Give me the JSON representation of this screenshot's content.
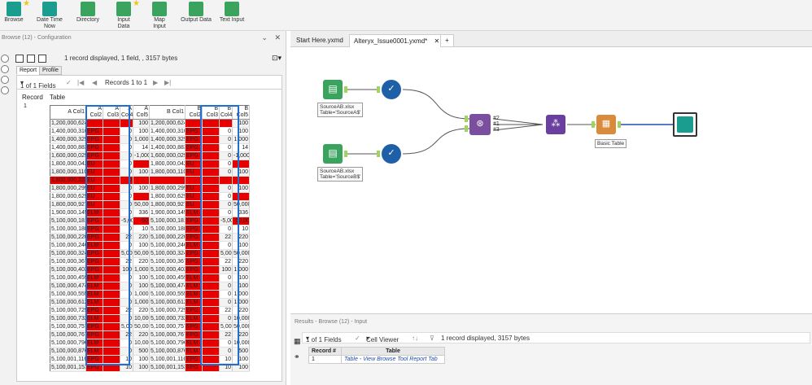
{
  "toolbar": {
    "tools": [
      {
        "label": "Browse",
        "star": true,
        "color": "#1a9d8f"
      },
      {
        "label": "Date Time Now",
        "star": false,
        "color": "#1a9d8f"
      },
      {
        "label": "Directory",
        "star": false,
        "color": "#3aa35d"
      },
      {
        "label": "Input Data",
        "star": true,
        "color": "#3aa35d"
      },
      {
        "label": "Map Input",
        "star": false,
        "color": "#3aa35d"
      },
      {
        "label": "Output Data",
        "star": false,
        "color": "#3aa35d"
      },
      {
        "label": "Text Input",
        "star": false,
        "color": "#3aa35d"
      }
    ]
  },
  "config": {
    "title": "Browse (12) - Configuration",
    "record_display": "1 record displayed, 1 field, , 3157 bytes",
    "tabs": [
      "Report",
      "Profile"
    ],
    "fields_label": "1 of 1 Fields",
    "records_label": "Records 1 to 1",
    "record_header": "Record",
    "table_header": "Table",
    "record_number": "1",
    "grid": {
      "headers": [
        "A Col1",
        "A Col2",
        "A Col3",
        "A Col4",
        "A Col5",
        "B Col1",
        "B Col2",
        "B Col3",
        "B Col4",
        "B Col5"
      ],
      "rows": [
        [
          "1,200,000,624",
          "",
          "",
          "",
          "100",
          "1,200,000,624",
          "",
          "",
          "",
          "100"
        ],
        [
          "1,400,000,310",
          "EPG",
          "",
          "0",
          "100",
          "1,400,000,310",
          "EPG",
          "",
          "0",
          "100"
        ],
        [
          "1,400,000,329",
          "EPG",
          "",
          "0",
          "1,000",
          "1,400,000,329",
          "EPG",
          "",
          "0",
          "1,000"
        ],
        [
          "1,400,000,883",
          "EPG",
          "",
          "0",
          "14",
          "1,400,000,883",
          "EPG",
          "",
          "0",
          "14"
        ],
        [
          "1,600,000,029",
          "EPG",
          "",
          "0",
          "-1,000",
          "1,600,000,029",
          "EPG",
          "",
          "0",
          "-1,000"
        ],
        [
          "1,800,000,042",
          "EU",
          "",
          "0",
          "",
          "1,800,000,042",
          "EU",
          "",
          "0",
          ""
        ],
        [
          "1,800,000,110",
          "EU",
          "",
          "0",
          "100",
          "1,800,000,110",
          "EU",
          "",
          "0",
          "100"
        ],
        [
          "1,800,000,223",
          "EU",
          "",
          "0",
          "",
          "",
          "",
          "",
          "",
          ""
        ],
        [
          "1,800,000,299",
          "EU",
          "",
          "0",
          "100",
          "1,800,000,299",
          "EU",
          "",
          "0",
          "100"
        ],
        [
          "1,800,000,629",
          "EU",
          "",
          "0",
          "",
          "1,800,000,629",
          "EU",
          "",
          "0",
          ""
        ],
        [
          "1,800,000,927",
          "EU",
          "",
          "0",
          "50,000",
          "1,800,000,927",
          "EU",
          "",
          "0",
          "50,000"
        ],
        [
          "1,900,000,145",
          "ELM",
          "",
          "0",
          "336",
          "1,900,000,145",
          "ELM",
          "",
          "0",
          "336"
        ],
        [
          "5,100,000,181",
          "EPG",
          "",
          "-5,000",
          "-50",
          "5,100,000,181",
          "EPG",
          "",
          "-5,000",
          "-50,000"
        ],
        [
          "5,100,000,188",
          "EPG",
          "",
          "0",
          "10",
          "5,100,000,188",
          "EPG",
          "",
          "0",
          "10"
        ],
        [
          "5,100,000,220",
          "EPG",
          "",
          "22",
          "220",
          "5,100,000,220",
          "EPG",
          "",
          "22",
          "220"
        ],
        [
          "5,100,000,246",
          "ELM",
          "",
          "0",
          "100",
          "5,100,000,246",
          "ELM",
          "",
          "0",
          "100"
        ],
        [
          "5,100,000,324",
          "EPG",
          "",
          "5,000",
          "50,000",
          "5,100,000,324",
          "EPG",
          "",
          "5,000",
          "50,000"
        ],
        [
          "5,100,000,367",
          "EPG",
          "",
          "22",
          "220",
          "5,100,000,367",
          "EPG",
          "",
          "22",
          "220"
        ],
        [
          "5,100,000,403",
          "EPG",
          "",
          "100",
          "1,000",
          "5,100,000,403",
          "EPG",
          "",
          "100",
          "1,000"
        ],
        [
          "5,100,000,459",
          "ELM",
          "",
          "0",
          "100",
          "5,100,000,459",
          "ELM",
          "",
          "0",
          "100"
        ],
        [
          "5,100,000,474",
          "ELM",
          "",
          "0",
          "100",
          "5,100,000,474",
          "ELM",
          "",
          "0",
          "100"
        ],
        [
          "5,100,000,555",
          "ELM",
          "",
          "0",
          "1,000",
          "5,100,000,555",
          "ELM",
          "",
          "0",
          "1,000"
        ],
        [
          "5,100,000,612",
          "ELM",
          "",
          "0",
          "1,000",
          "5,100,000,612",
          "ELM",
          "",
          "0",
          "1,000"
        ],
        [
          "5,100,000,729",
          "EPG",
          "",
          "22",
          "220",
          "5,100,000,729",
          "EPG",
          "",
          "22",
          "220"
        ],
        [
          "5,100,000,732",
          "ELM",
          "",
          "0",
          "10,000",
          "5,100,000,732",
          "ELM",
          "",
          "0",
          "10,000"
        ],
        [
          "5,100,000,757",
          "EPG",
          "",
          "5,000",
          "50,000",
          "5,100,000,757",
          "EPG",
          "",
          "5,000",
          "50,000"
        ],
        [
          "5,100,000,767",
          "EPG",
          "",
          "22",
          "220",
          "5,100,000,767",
          "EPG",
          "",
          "22",
          "220"
        ],
        [
          "5,100,000,796",
          "ELM",
          "",
          "0",
          "10,000",
          "5,100,000,796",
          "ELM",
          "",
          "0",
          "10,000"
        ],
        [
          "5,100,000,876",
          "ELM",
          "",
          "0",
          "500",
          "5,100,000,876",
          "ELM",
          "",
          "0",
          "500"
        ],
        [
          "5,100,001,116",
          "EPG",
          "",
          "10",
          "100",
          "5,100,001,116",
          "EPG",
          "",
          "10",
          "100"
        ],
        [
          "5,100,001,153",
          "EPG",
          "",
          "10",
          "100",
          "5,100,001,153",
          "EPG",
          "",
          "10",
          "100"
        ]
      ]
    }
  },
  "doc_tabs": [
    "Start Here.yxmd",
    "Alteryx_Issue0001.yxmd*"
  ],
  "workflow": {
    "input1_label": "SourceAB.xlsx\nTable='SourceA$'",
    "input2_label": "SourceAB.xlsx\nTable='SourceB$'",
    "join_labels": [
      "#2",
      "#1",
      "#3"
    ],
    "basic_table_label": "Basic Table"
  },
  "results": {
    "title": "Results - Browse (12) - Input",
    "fields_label": "1 of 1 Fields",
    "cell_viewer": "Cell Viewer",
    "record_display": "1 record displayed, 3157 bytes",
    "col_record": "Record #",
    "col_table": "Table",
    "row_num": "1",
    "row_value": "Table - View Browse Tool Report Tab"
  }
}
